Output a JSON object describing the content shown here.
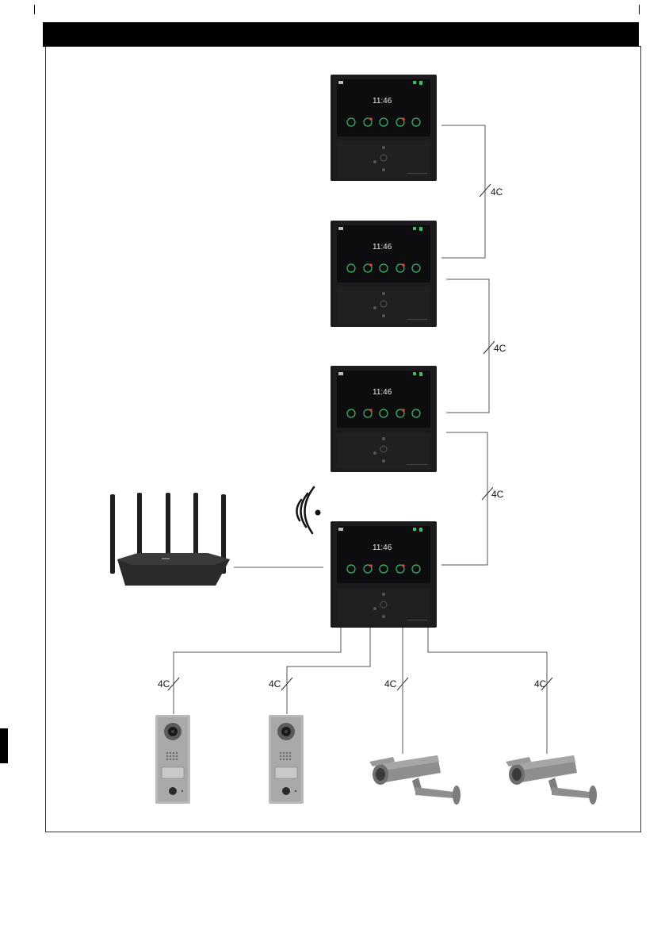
{
  "monitor": {
    "clock_text": "11:46"
  },
  "wire_labels": [
    "4C",
    "4C",
    "4C",
    "4C",
    "4C",
    "4C",
    "4C"
  ],
  "colors": {
    "monitor_body": "#1c1c1e",
    "screen": "#0d0d0f",
    "accent_green": "#3dbb6b",
    "accent_red": "#e23b3b",
    "wire": "#555555",
    "door_station_steel": "#b9b9bb",
    "camera_grey": "#8e8e90"
  },
  "icons": [
    "wifi-signal-icon",
    "router",
    "video-intercom-monitor",
    "door-station",
    "cctv-camera"
  ]
}
